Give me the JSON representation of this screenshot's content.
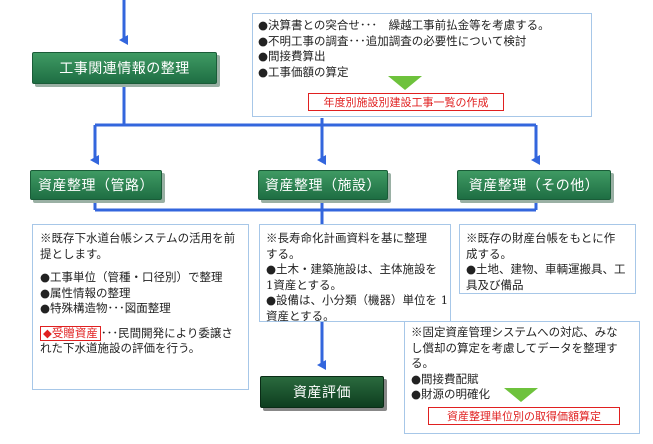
{
  "nodes": {
    "info": "工事関連情報の整理",
    "kanro": "資産整理（管路）",
    "shisetsu": "資産整理（施設）",
    "sonota": "資産整理（その他）",
    "hyoka": "資産評価"
  },
  "top_note": {
    "lines": [
      "●決算書との突合せ･･･　繰越工事前払金等を考慮する。",
      "●不明工事の調査･･･追加調査の必要性について検討",
      "●間接費算出",
      "●工事価額の算定"
    ],
    "output": "年度別施設別建設工事一覧の作成"
  },
  "kanro_note": {
    "lines": [
      "※既存下水道台帳システムの活用を前",
      "提とします。",
      "",
      "●工事単位（管種・口径別）で整理",
      "●属性情報の整理",
      "●特殊構造物･･･図面整理"
    ],
    "donation_label": "◆受贈資産",
    "donation_text_1": "･･･民間開発により委譲さ",
    "donation_text_2": "れた下水道施設の評価を行う。"
  },
  "shisetsu_note": {
    "lines": [
      "※長寿命化計画資料を基に整理",
      "する。",
      "●土木・建築施設は、主体施設を",
      "1資産とする。",
      "●設備は、小分類（機器）単位を 1",
      "資産とする。"
    ]
  },
  "sonota_note": {
    "lines": [
      "※既存の財産台帳をもとに作",
      "成する。",
      "●土地、建物、車輌運搬具、工",
      "具及び備品"
    ]
  },
  "hyoka_note": {
    "lines": [
      "※固定資産管理システムへの対応、みな",
      "し償却の算定を考慮してデータを整理す",
      "る。",
      "●間接費配賦",
      "●財源の明確化"
    ],
    "output": "資産整理単位別の取得価額算定"
  },
  "colors": {
    "arrow": "#3366dd",
    "node_green": "#2f8a55",
    "node_dark": "#1a4f2c",
    "note_border": "#a7c7e8",
    "output_red": "#e02020",
    "triangle": "#6ec23c"
  }
}
